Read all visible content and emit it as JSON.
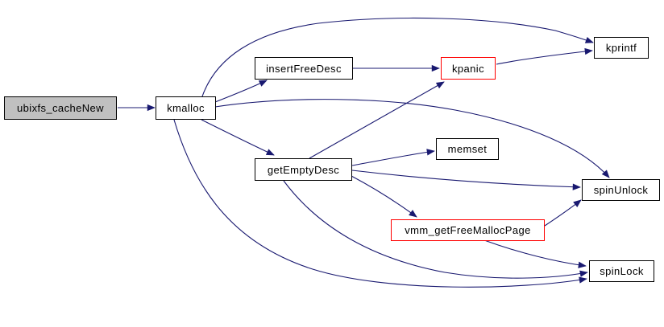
{
  "diagram": {
    "kind": "doxygen-call-graph",
    "root_function": "ubixfs_cacheNew",
    "colors": {
      "edge": "#191970",
      "node_border": "#000000",
      "highlight_border": "#ff0000",
      "root_fill": "#c0c0c0",
      "node_fill": "#ffffff",
      "background": "#ffffff"
    },
    "nodes": {
      "ubixfs_cacheNew": {
        "label": "ubixfs_cacheNew",
        "role": "root"
      },
      "kmalloc": {
        "label": "kmalloc",
        "role": "normal"
      },
      "insertFreeDesc": {
        "label": "insertFreeDesc",
        "role": "normal"
      },
      "kpanic": {
        "label": "kpanic",
        "role": "highlighted"
      },
      "kprintf": {
        "label": "kprintf",
        "role": "normal"
      },
      "getEmptyDesc": {
        "label": "getEmptyDesc",
        "role": "normal"
      },
      "memset": {
        "label": "memset",
        "role": "normal"
      },
      "spinUnlock": {
        "label": "spinUnlock",
        "role": "normal"
      },
      "vmm_getFreeMallocPage": {
        "label": "vmm_getFreeMallocPage",
        "role": "highlighted"
      },
      "spinLock": {
        "label": "spinLock",
        "role": "normal"
      }
    },
    "edges": [
      {
        "from": "ubixfs_cacheNew",
        "to": "kmalloc"
      },
      {
        "from": "kmalloc",
        "to": "insertFreeDesc"
      },
      {
        "from": "kmalloc",
        "to": "kprintf"
      },
      {
        "from": "kmalloc",
        "to": "getEmptyDesc"
      },
      {
        "from": "kmalloc",
        "to": "spinUnlock"
      },
      {
        "from": "kmalloc",
        "to": "spinLock"
      },
      {
        "from": "insertFreeDesc",
        "to": "kpanic"
      },
      {
        "from": "kpanic",
        "to": "kprintf"
      },
      {
        "from": "getEmptyDesc",
        "to": "kpanic"
      },
      {
        "from": "getEmptyDesc",
        "to": "memset"
      },
      {
        "from": "getEmptyDesc",
        "to": "spinUnlock"
      },
      {
        "from": "getEmptyDesc",
        "to": "vmm_getFreeMallocPage"
      },
      {
        "from": "getEmptyDesc",
        "to": "spinLock"
      },
      {
        "from": "vmm_getFreeMallocPage",
        "to": "spinUnlock"
      },
      {
        "from": "vmm_getFreeMallocPage",
        "to": "spinLock"
      }
    ]
  }
}
